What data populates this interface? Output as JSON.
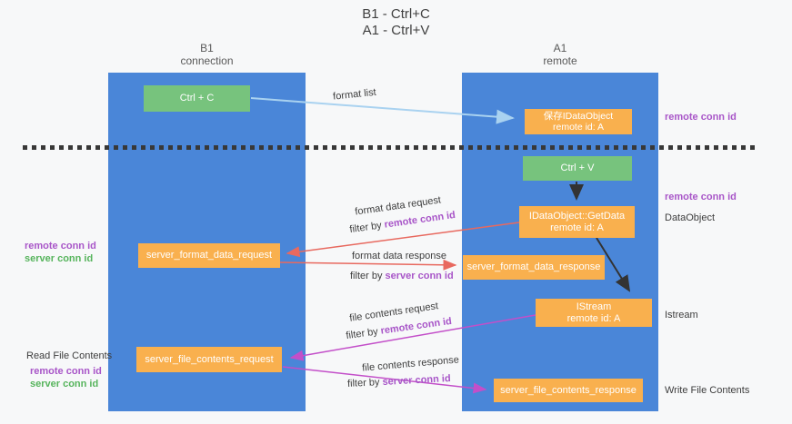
{
  "colors": {
    "background": "#f7f8f9",
    "lane_blue": "#4a86d8",
    "node_green": "#77c37d",
    "node_orange": "#f9b04e",
    "arrow_light_blue": "#a9d2f0",
    "arrow_black": "#333333",
    "arrow_red": "#e8695f",
    "arrow_magenta": "#c34fc9",
    "highlight_purple": "#a855c8",
    "highlight_green": "#56b45c"
  },
  "title": {
    "line1": "B1 - Ctrl+C",
    "line2": "A1 - Ctrl+V"
  },
  "lanes": {
    "left": {
      "name": "B1",
      "subtitle": "connection"
    },
    "right": {
      "name": "A1",
      "subtitle": "remote"
    }
  },
  "nodes": {
    "ctrl_c": {
      "label": "Ctrl + C"
    },
    "ctrl_v": {
      "label": "Ctrl + V"
    },
    "save_idataobject": {
      "line1": "保存IDataObject",
      "line2": "remote id: A"
    },
    "getdata": {
      "line1": "IDataObject::GetData",
      "line2": "remote id: A"
    },
    "istream": {
      "line1": "IStream",
      "line2": "remote id: A"
    },
    "format_request": {
      "label": "server_format_data_request"
    },
    "format_response": {
      "label": "server_format_data_response"
    },
    "file_request": {
      "label": "server_file_contents_request"
    },
    "file_response": {
      "label": "server_file_contents_response"
    }
  },
  "arrow_labels": {
    "format_list": "format list",
    "format_data_request": "format data request",
    "format_data_response": "format data response",
    "file_contents_request": "file contents request",
    "file_contents_response": "file contents response",
    "filter_prefix": "filter by ",
    "remote_conn_id": "remote conn id",
    "server_conn_id": "server conn id"
  },
  "side_labels": {
    "left_remote_conn_id": "remote conn id",
    "left_server_conn_id": "server conn id",
    "read_file_contents": "Read File Contents",
    "left_remote_conn_id_2": "remote conn id",
    "left_server_conn_id_2": "server conn id",
    "right_remote_conn_id_top": "remote conn id",
    "right_remote_conn_id_mid": "remote conn id",
    "dataobject": "DataObject",
    "istream": "Istream",
    "write_file_contents": "Write File Contents"
  }
}
